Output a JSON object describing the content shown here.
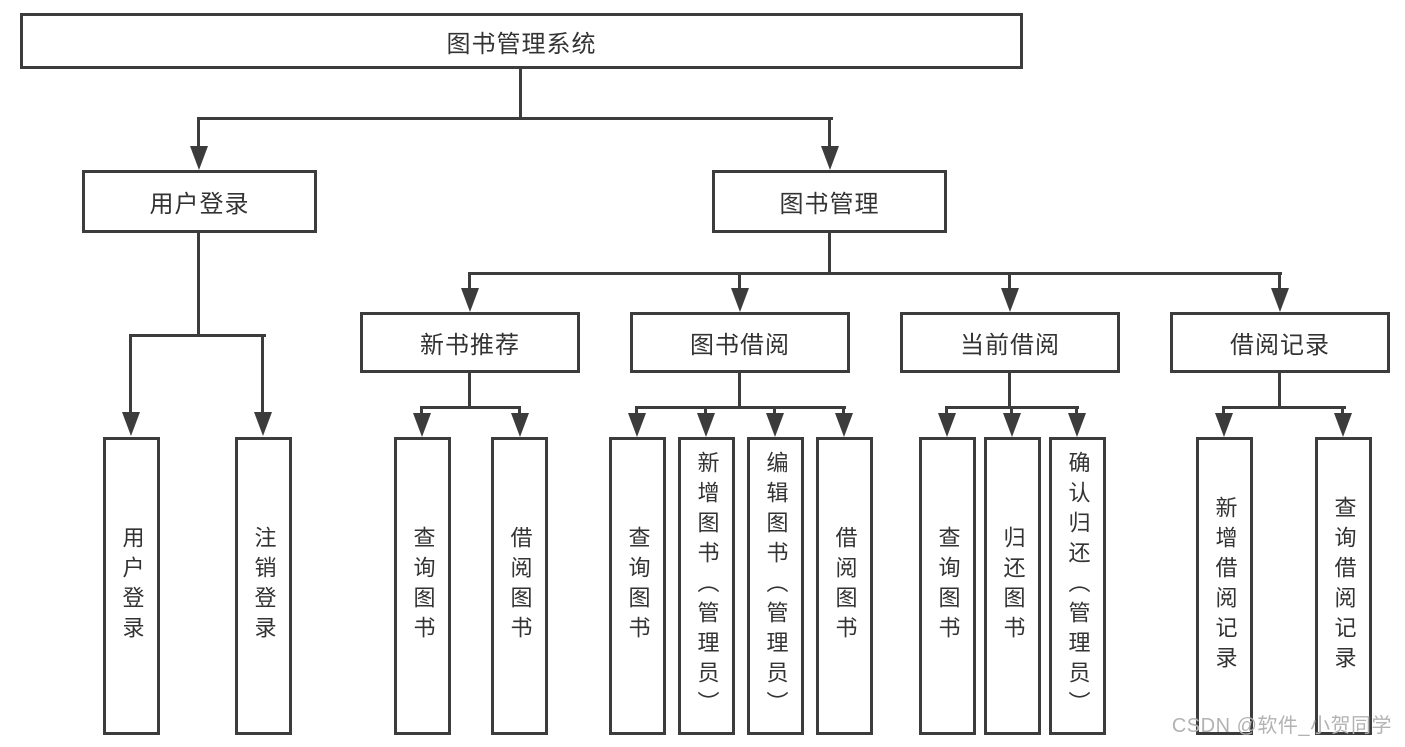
{
  "diagram": {
    "root": {
      "label": "图书管理系统"
    },
    "branches": [
      {
        "label": "用户登录",
        "children": [
          {
            "label": "用户登录"
          },
          {
            "label": "注销登录"
          }
        ]
      },
      {
        "label": "图书管理",
        "sections": [
          {
            "label": "新书推荐",
            "children": [
              {
                "label": "查询图书"
              },
              {
                "label": "借阅图书"
              }
            ]
          },
          {
            "label": "图书借阅",
            "children": [
              {
                "label": "查询图书"
              },
              {
                "label": "新增图书（管理员）"
              },
              {
                "label": "编辑图书（管理员）"
              },
              {
                "label": "借阅图书"
              }
            ]
          },
          {
            "label": "当前借阅",
            "children": [
              {
                "label": "查询图书"
              },
              {
                "label": "归还图书"
              },
              {
                "label": "确认归还（管理员）"
              }
            ]
          },
          {
            "label": "借阅记录",
            "children": [
              {
                "label": "新增借阅记录"
              },
              {
                "label": "查询借阅记录"
              }
            ]
          }
        ]
      }
    ]
  },
  "watermark": {
    "text": "CSDN @软件_小贺同学"
  },
  "colors": {
    "line": "#3c3c3c",
    "text": "#333333",
    "watermark": "#b3b3b3",
    "background": "#ffffff"
  }
}
